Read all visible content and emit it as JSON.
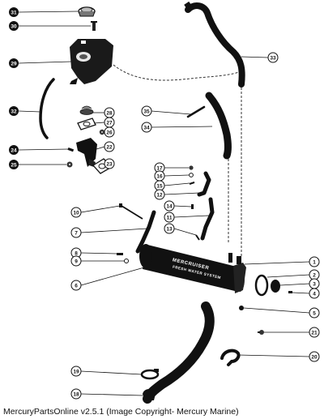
{
  "caption": "MercuryPartsOnline v2.5.1 (Image Copyright- Mercury Marine)",
  "decal": {
    "brand": "MERCRUISER",
    "line2": "FRESH WATER SYSTEM"
  },
  "callouts": {
    "c1": "1",
    "c2": "2",
    "c3": "3",
    "c4": "4",
    "c5": "5",
    "c6": "6",
    "c7": "7",
    "c8": "8",
    "c9": "9",
    "c10": "10",
    "c11": "11",
    "c12": "12",
    "c13": "13",
    "c14": "14",
    "c15": "15",
    "c16": "16",
    "c17": "17",
    "c18": "18",
    "c19": "19",
    "c20": "20",
    "c21": "21",
    "c22": "22",
    "c23": "23",
    "c24": "24",
    "c25": "25",
    "c26": "26",
    "c27": "27",
    "c28": "28",
    "c29": "29",
    "c30": "30",
    "c31": "31",
    "c32": "32",
    "c33": "33",
    "c34": "34",
    "c35": "35"
  }
}
